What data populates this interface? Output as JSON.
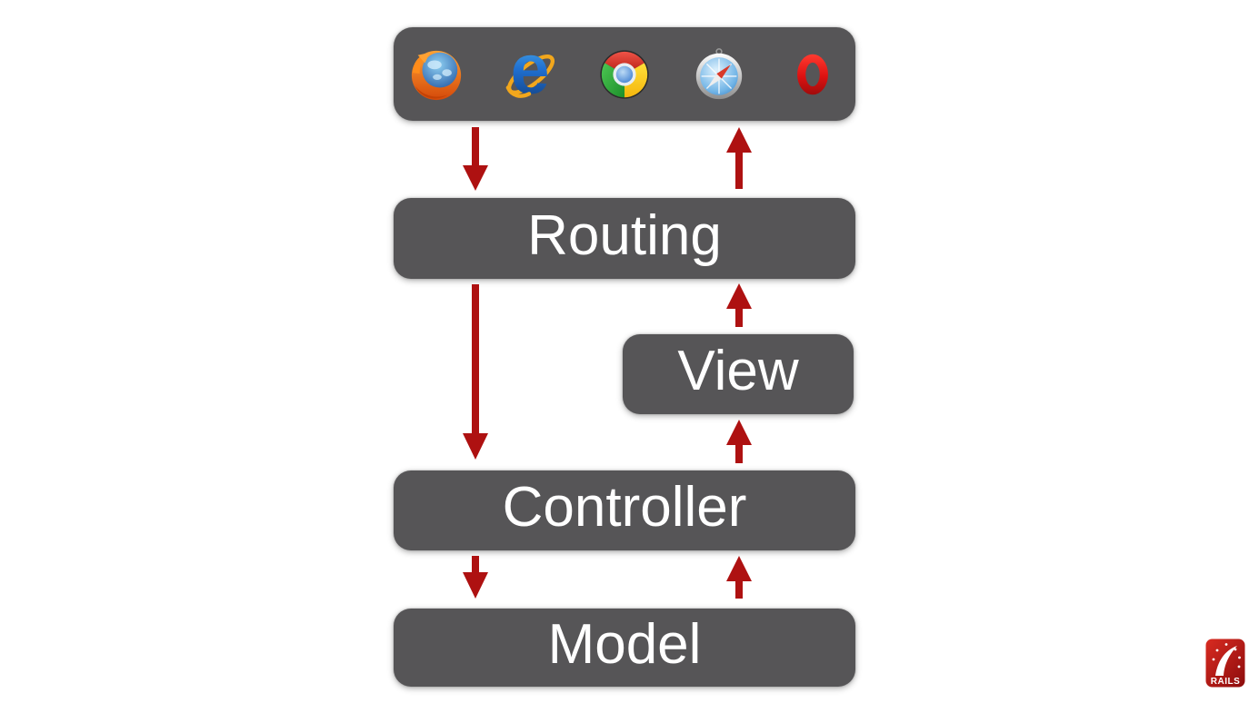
{
  "slide": {
    "description": "Rails MVC request flow diagram",
    "background": "#ffffff"
  },
  "colors": {
    "box_fill": "#565557",
    "arrow_red": "#ae1111",
    "label_text": "#ffffff",
    "rails_badge_red": "#b01414"
  },
  "browsers_bar": {
    "icons": [
      {
        "name": "firefox"
      },
      {
        "name": "internet-explorer"
      },
      {
        "name": "chrome"
      },
      {
        "name": "safari"
      },
      {
        "name": "opera"
      }
    ]
  },
  "nodes": {
    "routing": {
      "label": "Routing"
    },
    "view": {
      "label": "View"
    },
    "controller": {
      "label": "Controller"
    },
    "model": {
      "label": "Model"
    }
  },
  "arrows": [
    {
      "from": "browsers",
      "to": "routing",
      "direction": "down"
    },
    {
      "from": "routing",
      "to": "browsers",
      "direction": "up"
    },
    {
      "from": "routing",
      "to": "controller",
      "direction": "down"
    },
    {
      "from": "view",
      "to": "routing",
      "direction": "up"
    },
    {
      "from": "controller",
      "to": "view",
      "direction": "up"
    },
    {
      "from": "controller",
      "to": "model",
      "direction": "down"
    },
    {
      "from": "model",
      "to": "controller",
      "direction": "up"
    }
  ],
  "rails_badge": {
    "label": "RAILS"
  }
}
